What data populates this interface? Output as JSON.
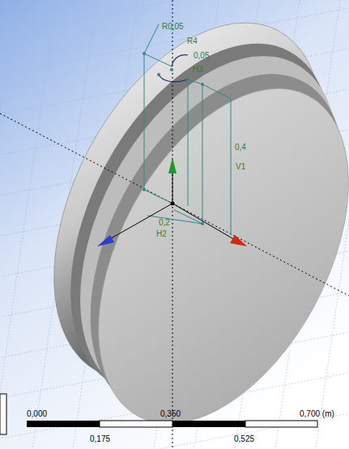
{
  "diagram": {
    "labels": [
      "R0,05",
      "R4",
      "0,05",
      "H3",
      "0,4",
      "V1",
      "0,2",
      "H2",
      "0,000",
      "0,350",
      "0,700 (m)",
      "0,175",
      "0,525"
    ]
  }
}
